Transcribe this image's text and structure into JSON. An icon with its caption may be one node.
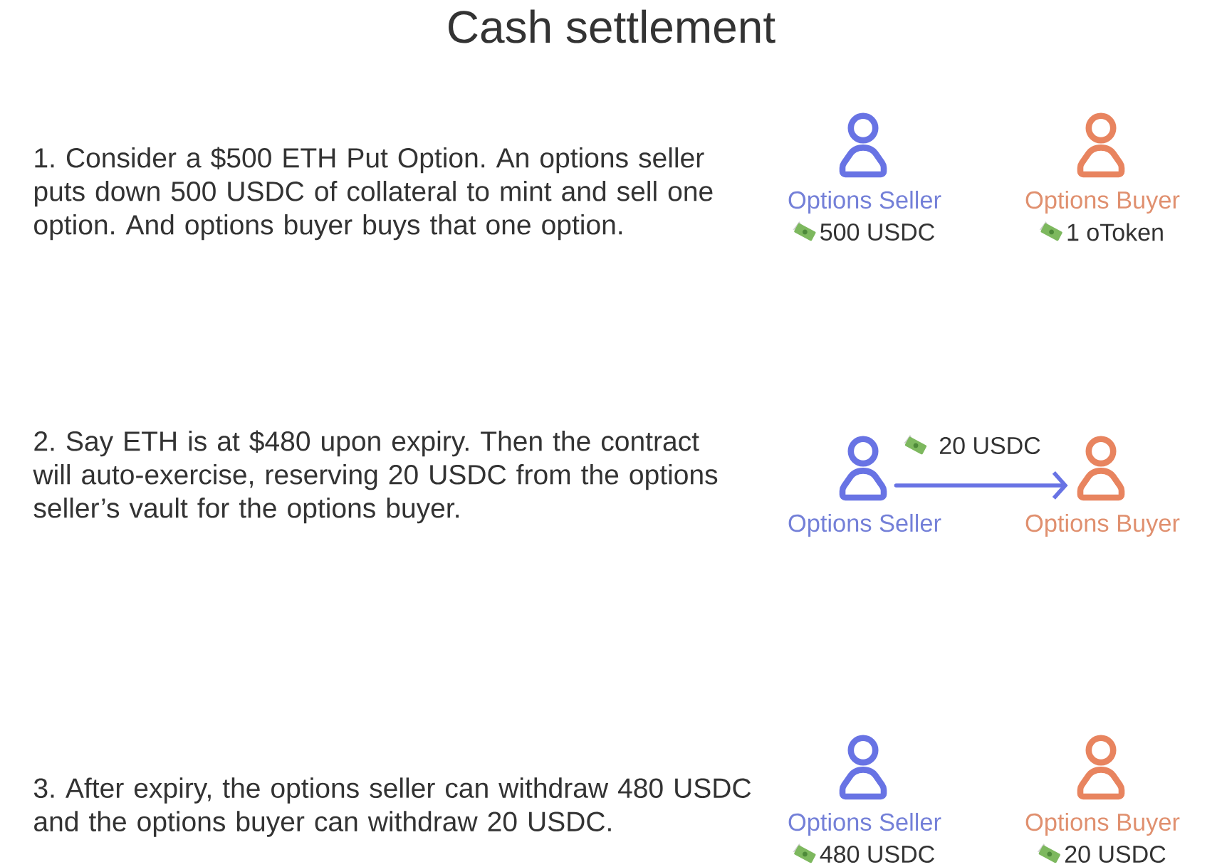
{
  "diagram": {
    "title": "Cash settlement",
    "nodes": [
      {
        "text": [
          "Options Seller",
          "500 USDC"
        ]
      },
      {
        "text": [
          "Options Buyer",
          "1 oToken"
        ]
      },
      {
        "text": [
          "Options Seller"
        ]
      },
      {
        "text": [
          "Options Buyer"
        ]
      },
      {
        "text": [
          "Options Seller",
          "480 USDC"
        ]
      },
      {
        "text": [
          "Options Buyer",
          "20 USDC"
        ]
      }
    ],
    "edges": [
      {
        "from": 2,
        "to": 3,
        "arrow": "to",
        "label": "20 USDC"
      }
    ],
    "labels": [
      "1. Consider a $500 ETH Put Option. An options seller puts down 500 USDC of collateral to mint and sell one option. And options buyer buys that one option.",
      "2. Say ETH is at $480 upon expiry. Then the contract will auto-exercise, reserving 20 USDC from the options seller’s vault for the options buyer.",
      "3. After expiry, the options seller can withdraw 480 USDC and the options buyer can withdraw 20 USDC."
    ]
  }
}
